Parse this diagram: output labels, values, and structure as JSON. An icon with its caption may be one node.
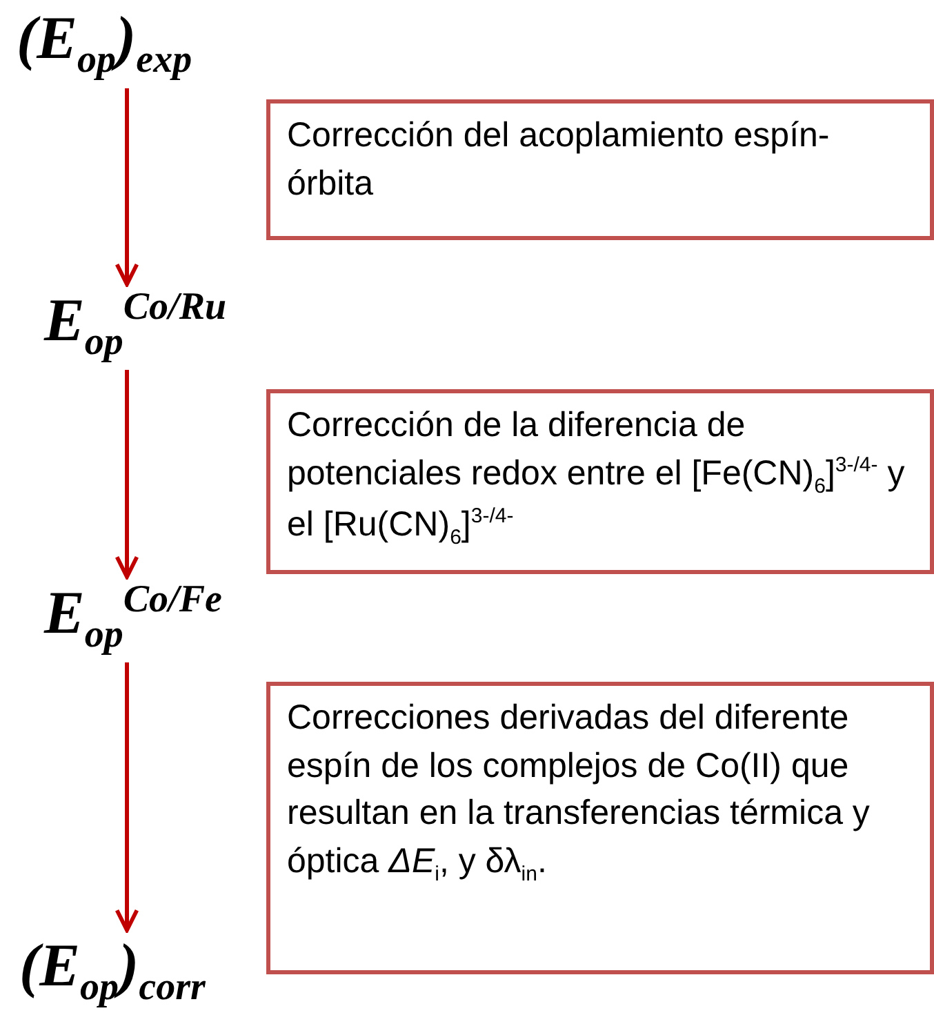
{
  "diagram": {
    "nodes": [
      {
        "text": [
          "(E$_{op}$)$_{exp}$"
        ]
      },
      {
        "text": [
          "Corrección del acoplamiento espín-órbita"
        ]
      },
      {
        "text": [
          "E$_{op}$$^{Co/Ru}$"
        ]
      },
      {
        "text": [
          "Corrección de la diferencia de potenciales redox entre el [Fe(CN)$_{6}$]$^{3-/4-}$ y el [Ru(CN)$_{6}$]$^{3-/4-}$"
        ]
      },
      {
        "text": [
          "E$_{op}$$^{Co/Fe}$"
        ]
      },
      {
        "text": [
          "Correcciones derivadas del diferente espín de los complejos de Co(II) que resultan en la transferencias térmica y óptica *ΔE*$_{i}$, y δλ$_{in}$."
        ]
      },
      {
        "text": [
          "(E$_{op}$)$_{corr}$"
        ]
      }
    ],
    "edges": [
      {
        "from": 0,
        "to": 2,
        "arrow": "to",
        "color": "#c00000"
      },
      {
        "from": 2,
        "to": 4,
        "arrow": "to",
        "color": "#c00000"
      },
      {
        "from": 4,
        "to": 6,
        "arrow": "to",
        "color": "#c00000"
      }
    ]
  }
}
